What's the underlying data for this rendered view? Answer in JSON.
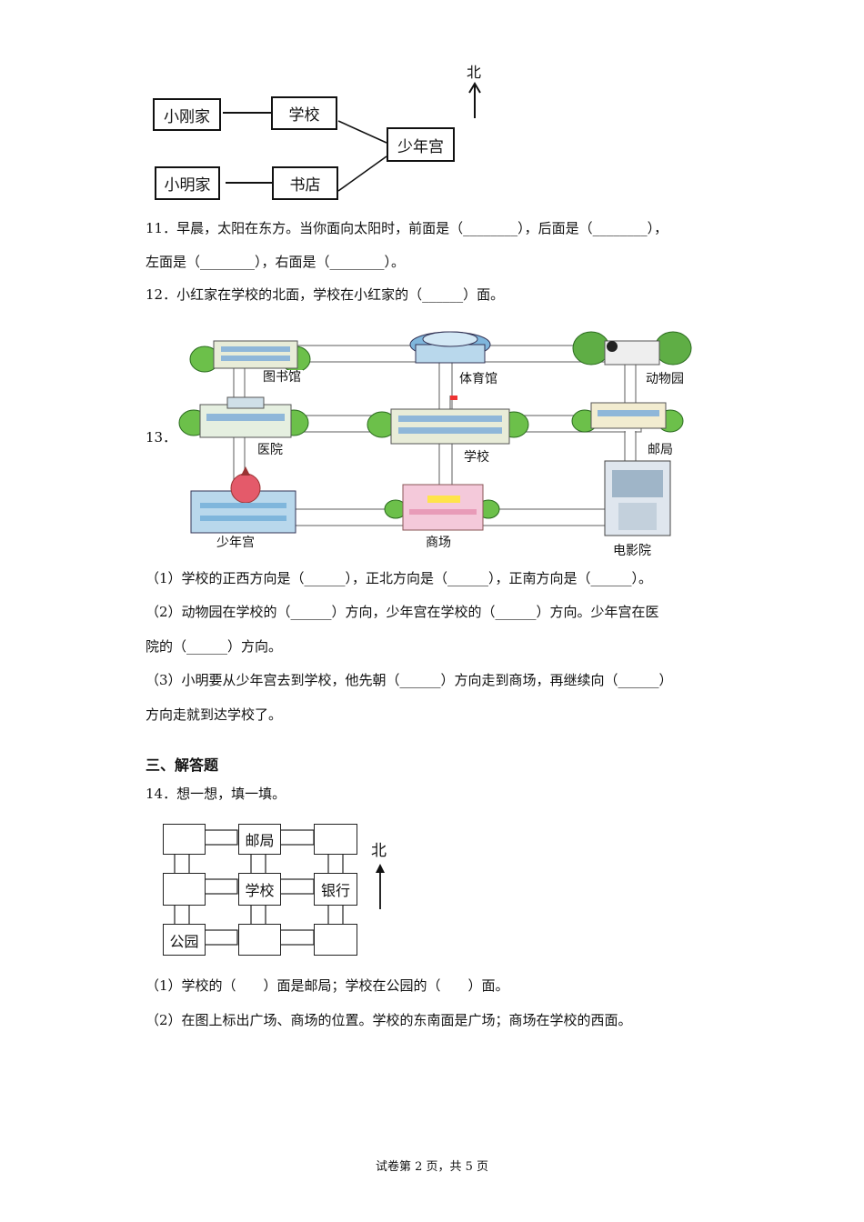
{
  "diagram1": {
    "north": "北",
    "boxes": [
      "小刚家",
      "学校",
      "少年宫",
      "小明家",
      "书店"
    ]
  },
  "q11": {
    "line1": "11．早晨，太阳在东方。当你面向太阳时，前面是（________），后面是（________），",
    "line2": "左面是（________），右面是（________）。"
  },
  "q12": {
    "line1": "12．小红家在学校的北面，学校在小红家的（______）面。"
  },
  "q13": {
    "number": "13．",
    "map": {
      "library": "图书馆",
      "stadium": "体育馆",
      "zoo": "动物园",
      "hospital": "医院",
      "school": "学校",
      "post_office": "邮局",
      "youth_palace": "少年宫",
      "mall": "商场",
      "cinema": "电影院"
    },
    "sub1": "（1）学校的正西方向是（______），正北方向是（______），正南方向是（______）。",
    "sub2a": "（2）动物园在学校的（______）方向，少年宫在学校的（______）方向。少年宫在医",
    "sub2b": "院的（______）方向。",
    "sub3a": "（3）小明要从少年宫去到学校，他先朝（______）方向走到商场，再继续向（______）",
    "sub3b": "方向走就到达学校了。"
  },
  "section3": {
    "title": "三、解答题"
  },
  "q14": {
    "line1": "14．想一想，填一填。",
    "grid": {
      "post_office": "邮局",
      "school": "学校",
      "bank": "银行",
      "park": "公园",
      "north": "北"
    },
    "sub1": "（1）学校的（　　）面是邮局；学校在公园的（　　）面。",
    "sub2": "（2）在图上标出广场、商场的位置。学校的东南面是广场；商场在学校的西面。"
  },
  "footer": "试卷第 2 页，共 5 页"
}
